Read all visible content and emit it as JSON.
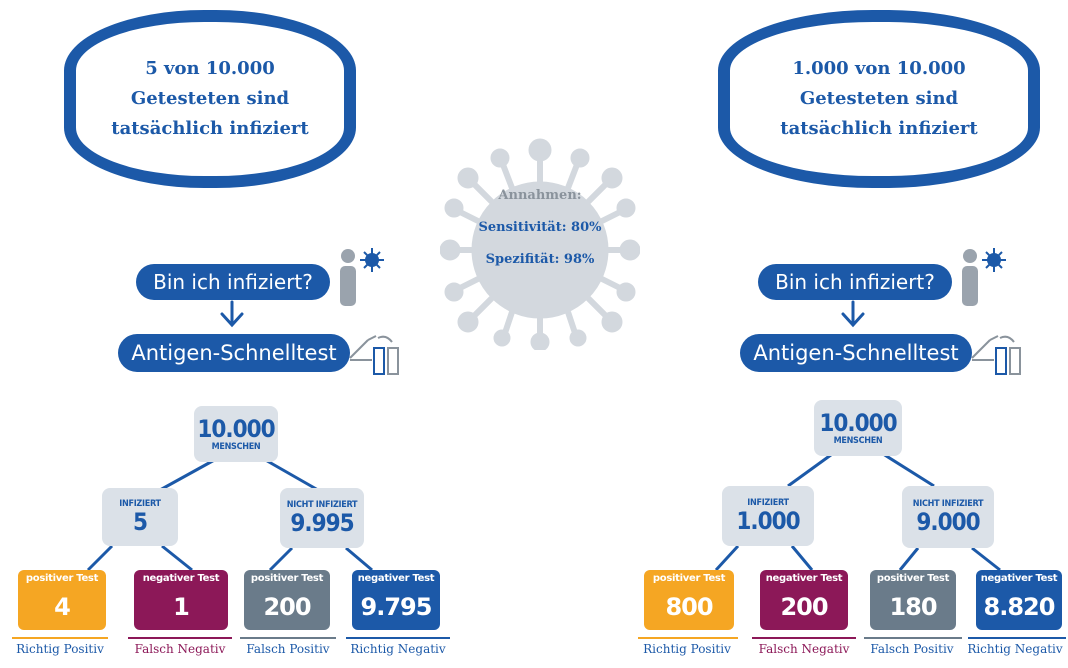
{
  "colors": {
    "blue": "#1c59a8",
    "node_gray": "#dbe1e8",
    "orange": "#f5a623",
    "maroon": "#8c1858",
    "slate": "#6a7b8a",
    "virus_gray": "#d3d8de",
    "virus_text": "#8a939c"
  },
  "assumptions": {
    "title": "Annahmen:",
    "sensitivity": "Sensitivität: 80%",
    "specificity": "Spezifität: 98%"
  },
  "scenarios": [
    {
      "headline": [
        "5 von 10.000",
        "Getesteten sind",
        "tatsächlich infiziert"
      ],
      "question": "Bin ich infiziert?",
      "test": "Antigen-Schnelltest",
      "root": {
        "value": "10.000",
        "label": "MENSCHEN"
      },
      "infected": {
        "label": "INFIZIERT",
        "value": "5"
      },
      "not_infected": {
        "label": "NICHT INFIZIERT",
        "value": "9.995"
      },
      "results": [
        {
          "title": "positiver Test",
          "value": "4",
          "label": "Richtig Positiv"
        },
        {
          "title": "negativer Test",
          "value": "1",
          "label": "Falsch Negativ"
        },
        {
          "title": "positiver Test",
          "value": "200",
          "label": "Falsch Positiv"
        },
        {
          "title": "negativer Test",
          "value": "9.795",
          "label": "Richtig Negativ"
        }
      ]
    },
    {
      "headline": [
        "1.000 von 10.000",
        "Getesteten sind",
        "tatsächlich infiziert"
      ],
      "question": "Bin ich infiziert?",
      "test": "Antigen-Schnelltest",
      "root": {
        "value": "10.000",
        "label": "MENSCHEN"
      },
      "infected": {
        "label": "INFIZIERT",
        "value": "1.000"
      },
      "not_infected": {
        "label": "NICHT INFIZIERT",
        "value": "9.000"
      },
      "results": [
        {
          "title": "positiver Test",
          "value": "800",
          "label": "Richtig Positiv"
        },
        {
          "title": "negativer Test",
          "value": "200",
          "label": "Falsch Negativ"
        },
        {
          "title": "positiver Test",
          "value": "180",
          "label": "Falsch Positiv"
        },
        {
          "title": "negativer Test",
          "value": "8.820",
          "label": "Richtig Negativ"
        }
      ]
    }
  ]
}
